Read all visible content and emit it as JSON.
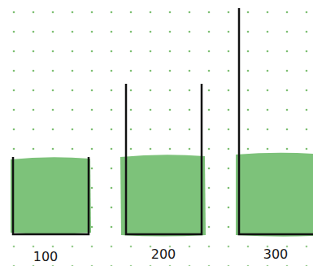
{
  "diagram": {
    "labels": [
      "100",
      "200",
      "300"
    ]
  }
}
